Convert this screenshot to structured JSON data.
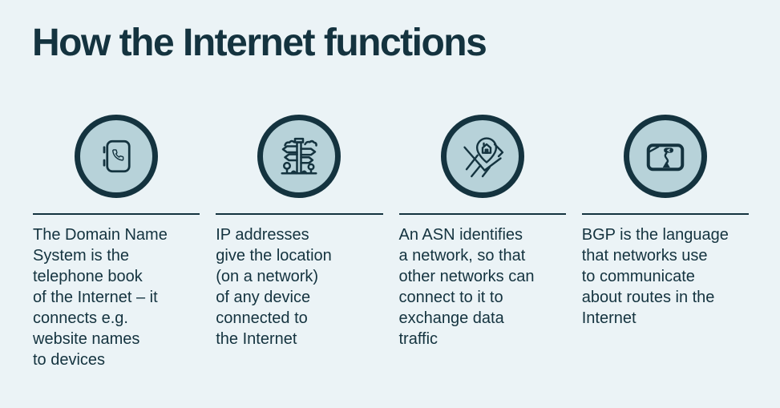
{
  "page": {
    "title": "How the Internet functions",
    "background_color": "#ebf3f6",
    "text_color": "#14333f",
    "circle_fill": "#b7d2d9",
    "outline_color": "#14333f"
  },
  "cards": [
    {
      "icon": "phone-book-icon",
      "text": "The Domain Name\nSystem is the\ntelephone book\nof the Internet – it\nconnects e.g.\nwebsite names\nto devices"
    },
    {
      "icon": "signpost-icon",
      "text": "IP addresses\ngive the location\n(on a network)\nof any device\nconnected to\nthe Internet"
    },
    {
      "icon": "map-pin-icon",
      "text": "An ASN identifies\na network, so that\nother networks can\nconnect to it to\nexchange data\ntraffic"
    },
    {
      "icon": "gps-navigator-icon",
      "text": "BGP is the language\nthat networks use\nto communicate\nabout routes in the\nInternet"
    }
  ]
}
